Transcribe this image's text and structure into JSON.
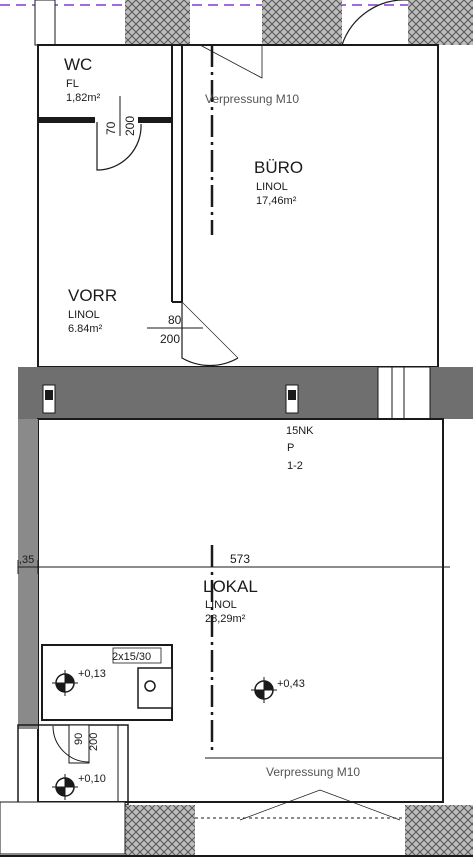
{
  "rooms": {
    "wc": {
      "name": "WC",
      "floor": "FL",
      "area": "1,82m²"
    },
    "buero": {
      "name": "BÜRO",
      "floor": "LINOL",
      "area": "17,46m²"
    },
    "vorr": {
      "name": "VORR",
      "floor": "LINOL",
      "area": "6.84m²"
    },
    "lokal": {
      "name": "LOKAL",
      "floor": "LINOL",
      "area": "28,29m²"
    }
  },
  "doors": {
    "wc_width": "70",
    "wc_height": "200",
    "vorr_width": "80",
    "vorr_height": "200",
    "small_width": "90",
    "small_height": "200"
  },
  "annotations": {
    "compression_top": "Verpressung M10",
    "compression_bottom": "Verpressung M10",
    "stair_count": "15NK",
    "stair_p": "P",
    "stair_range": "1-2",
    "window": "2x15/30"
  },
  "dimensions": {
    "side": ",35",
    "width": "573"
  },
  "levels": {
    "left_upper": "+0,13",
    "center": "+0,43",
    "left_lower": "+0,10"
  },
  "colors": {
    "wall_dark": "#6f6f6f",
    "line": "#1a1a1a",
    "boundary": "#a06cd5",
    "hatch": "#555555"
  }
}
